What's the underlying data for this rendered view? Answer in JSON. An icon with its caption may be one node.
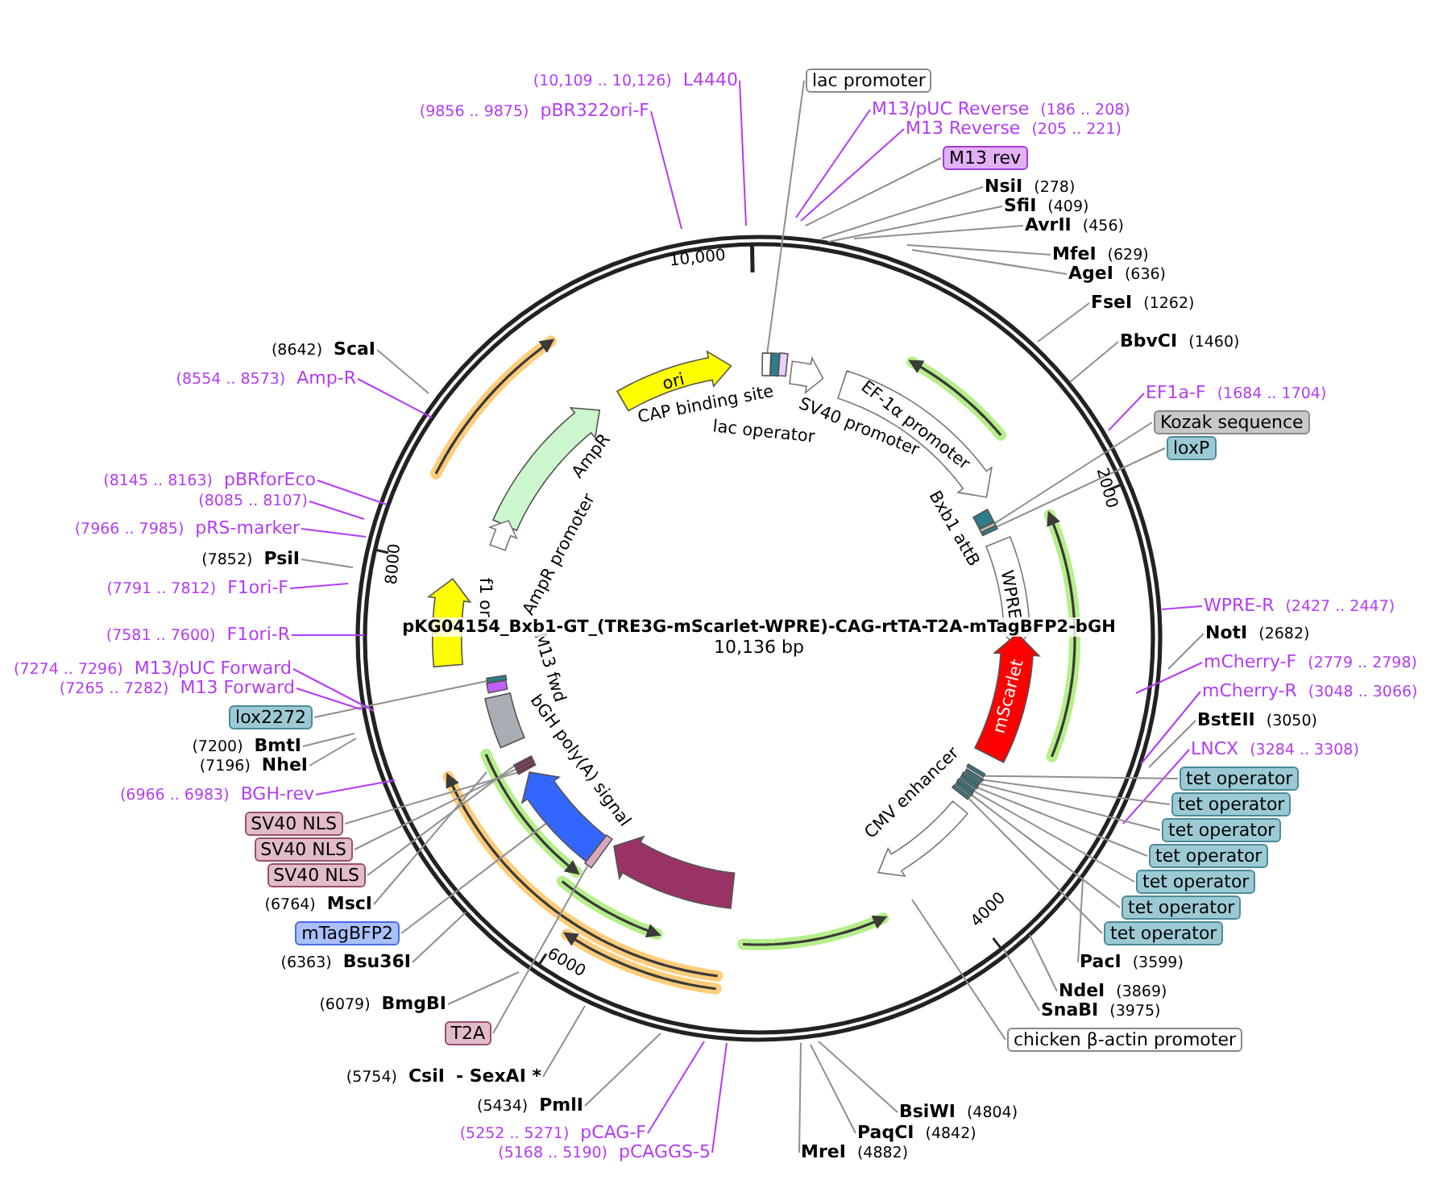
{
  "diagram": {
    "title": "pKG04154_Bxb1-GT_(TRE3G-mScarlet-WPRE)-CAG-rtTA-T2A-mTagBFP2-bGH",
    "nodes": [
      {
        "text": [
          "(10,109 .. 10,126)",
          "L4440"
        ]
      },
      {
        "text": [
          "(9856 .. 9875)",
          "pBR322ori-F"
        ]
      },
      {
        "text": [
          "lac promoter"
        ]
      },
      {
        "text": [
          "M13/pUC Reverse",
          "(186 .. 208)"
        ]
      },
      {
        "text": [
          "M13 Reverse",
          "(205 .. 221)"
        ]
      },
      {
        "text": [
          "M13 rev"
        ]
      },
      {
        "text": [
          "NsiI",
          "(278)"
        ]
      },
      {
        "text": [
          "SfiI",
          "(409)"
        ]
      },
      {
        "text": [
          "AvrII",
          "(456)"
        ]
      },
      {
        "text": [
          "MfeI",
          "(629)"
        ]
      },
      {
        "text": [
          "AgeI",
          "(636)"
        ]
      },
      {
        "text": [
          "FseI",
          "(1262)"
        ]
      },
      {
        "text": [
          "BbvCI",
          "(1460)"
        ]
      },
      {
        "text": [
          "EF1a-F",
          "(1684 .. 1704)"
        ]
      },
      {
        "text": [
          "Kozak sequence"
        ]
      },
      {
        "text": [
          "loxP"
        ]
      },
      {
        "text": [
          "WPRE-R",
          "(2427 .. 2447)"
        ]
      },
      {
        "text": [
          "NotI",
          "(2682)"
        ]
      },
      {
        "text": [
          "mCherry-F",
          "(2779 .. 2798)"
        ]
      },
      {
        "text": [
          "mCherry-R",
          "(3048 .. 3066)"
        ]
      },
      {
        "text": [
          "BstEII",
          "(3050)"
        ]
      },
      {
        "text": [
          "LNCX",
          "(3284 .. 3308)"
        ]
      },
      {
        "text": [
          "tet operator"
        ]
      },
      {
        "text": [
          "tet operator"
        ]
      },
      {
        "text": [
          "tet operator"
        ]
      },
      {
        "text": [
          "tet operator"
        ]
      },
      {
        "text": [
          "tet operator"
        ]
      },
      {
        "text": [
          "tet operator"
        ]
      },
      {
        "text": [
          "tet operator"
        ]
      },
      {
        "text": [
          "PacI",
          "(3599)"
        ]
      },
      {
        "text": [
          "NdeI",
          "(3869)"
        ]
      },
      {
        "text": [
          "SnaBI",
          "(3975)"
        ]
      },
      {
        "text": [
          "chicken β-actin promoter"
        ]
      },
      {
        "text": [
          "BsiWI",
          "(4804)"
        ]
      },
      {
        "text": [
          "PaqCI",
          "(4842)"
        ]
      },
      {
        "text": [
          "MreI",
          "(4882)"
        ]
      },
      {
        "text": [
          "(5168 .. 5190)",
          "pCAGGS-5"
        ]
      },
      {
        "text": [
          "(5252 .. 5271)",
          "pCAG-F"
        ]
      },
      {
        "text": [
          "(5434)",
          "PmlI"
        ]
      },
      {
        "text": [
          "(5754)",
          "CsiI",
          "- SexAI *"
        ]
      },
      {
        "text": [
          "T2A"
        ]
      },
      {
        "text": [
          "(6079)",
          "BmgBI"
        ]
      },
      {
        "text": [
          "(6363)",
          "Bsu36I"
        ]
      },
      {
        "text": [
          "mTagBFP2"
        ]
      },
      {
        "text": [
          "(6764)",
          "MscI"
        ]
      },
      {
        "text": [
          "SV40 NLS"
        ]
      },
      {
        "text": [
          "SV40 NLS"
        ]
      },
      {
        "text": [
          "SV40 NLS"
        ]
      },
      {
        "text": [
          "(6966 .. 6983)",
          "BGH-rev"
        ]
      },
      {
        "text": [
          "(7196)",
          "NheI"
        ]
      },
      {
        "text": [
          "(7200)",
          "BmtI"
        ]
      },
      {
        "text": [
          "lox2272"
        ]
      },
      {
        "text": [
          "(7265 .. 7282)",
          "M13 Forward"
        ]
      },
      {
        "text": [
          "(7274 .. 7296)",
          "M13/pUC Forward"
        ]
      },
      {
        "text": [
          "(7581 .. 7600)",
          "F1ori-R"
        ]
      },
      {
        "text": [
          "(7791 .. 7812)",
          "F1ori-F"
        ]
      },
      {
        "text": [
          "(7852)",
          "PsiI"
        ]
      },
      {
        "text": [
          "(7966 .. 7985)",
          "pRS-marker"
        ]
      },
      {
        "text": [
          "(8085 .. 8107)"
        ]
      },
      {
        "text": [
          "(8145 .. 8163)",
          "pBRforEco"
        ]
      },
      {
        "text": [
          "(8554 .. 8573)",
          "Amp-R"
        ]
      },
      {
        "text": [
          "(8642)",
          "ScaI"
        ]
      },
      {
        "text": [
          "ori"
        ]
      },
      {
        "text": [
          "AmpR"
        ]
      },
      {
        "text": [
          "AmpR promoter"
        ]
      },
      {
        "text": [
          "f1 ori"
        ]
      },
      {
        "text": [
          "CAP binding site"
        ]
      },
      {
        "text": [
          "lac operator"
        ]
      },
      {
        "text": [
          "SV40 promoter"
        ]
      },
      {
        "text": [
          "EF-1α promoter"
        ]
      },
      {
        "text": [
          "Bxb1 attB"
        ]
      },
      {
        "text": [
          "WPRE"
        ]
      },
      {
        "text": [
          "mScarlet"
        ]
      },
      {
        "text": [
          "CMV enhancer"
        ]
      },
      {
        "text": [
          "M13 fwd"
        ]
      },
      {
        "text": [
          "bGH poly(A) signal"
        ]
      },
      {
        "text": [],
        "shape": "arrow"
      },
      {
        "text": [],
        "shape": "arrow"
      },
      {
        "text": [],
        "shape": "box"
      },
      {
        "text": [],
        "shape": "box"
      },
      {
        "text": [],
        "shape": "box"
      },
      {
        "text": [],
        "shape": "box"
      },
      {
        "text": [],
        "shape": "box"
      },
      {
        "text": [],
        "shape": "box"
      },
      {
        "text": [],
        "shape": "box"
      },
      {
        "text": [],
        "shape": "box"
      },
      {
        "text": [],
        "shape": "box"
      },
      {
        "text": [],
        "shape": "box"
      },
      {
        "text": [],
        "shape": "box"
      },
      {
        "text": [],
        "shape": "box"
      },
      {
        "text": [],
        "shape": "box"
      },
      {
        "text": [],
        "shape": "box"
      },
      {
        "text": [],
        "shape": "box"
      }
    ],
    "edges": [
      {
        "from": 0,
        "to": null,
        "arrow": "none",
        "color": "#b33cf5"
      },
      {
        "from": 1,
        "to": null,
        "arrow": "none",
        "color": "#b33cf5"
      },
      {
        "from": 2,
        "to": 78,
        "arrow": "none"
      },
      {
        "from": 3,
        "to": null,
        "arrow": "none",
        "color": "#b33cf5"
      },
      {
        "from": 4,
        "to": null,
        "arrow": "none",
        "color": "#b33cf5"
      },
      {
        "from": 5,
        "to": null,
        "arrow": "none"
      },
      {
        "from": 6,
        "to": null,
        "arrow": "none"
      },
      {
        "from": 7,
        "to": null,
        "arrow": "none"
      },
      {
        "from": 8,
        "to": null,
        "arrow": "none"
      },
      {
        "from": 9,
        "to": null,
        "arrow": "none"
      },
      {
        "from": 10,
        "to": null,
        "arrow": "none"
      },
      {
        "from": 11,
        "to": null,
        "arrow": "none"
      },
      {
        "from": 12,
        "to": null,
        "arrow": "none"
      },
      {
        "from": 13,
        "to": null,
        "arrow": "none",
        "color": "#b33cf5"
      },
      {
        "from": 14,
        "to": 79,
        "arrow": "none"
      },
      {
        "from": 15,
        "to": 80,
        "arrow": "none"
      },
      {
        "from": 16,
        "to": null,
        "arrow": "none",
        "color": "#b33cf5"
      },
      {
        "from": 17,
        "to": null,
        "arrow": "none"
      },
      {
        "from": 18,
        "to": null,
        "arrow": "none",
        "color": "#b33cf5"
      },
      {
        "from": 19,
        "to": null,
        "arrow": "none",
        "color": "#b33cf5"
      },
      {
        "from": 20,
        "to": null,
        "arrow": "none"
      },
      {
        "from": 21,
        "to": null,
        "arrow": "none",
        "color": "#b33cf5"
      },
      {
        "from": 22,
        "to": 81,
        "arrow": "none"
      },
      {
        "from": 23,
        "to": 82,
        "arrow": "none"
      },
      {
        "from": 24,
        "to": 83,
        "arrow": "none"
      },
      {
        "from": 25,
        "to": 84,
        "arrow": "none"
      },
      {
        "from": 26,
        "to": 85,
        "arrow": "none"
      },
      {
        "from": 27,
        "to": 86,
        "arrow": "none"
      },
      {
        "from": 28,
        "to": 87,
        "arrow": "none"
      },
      {
        "from": 29,
        "to": null,
        "arrow": "none"
      },
      {
        "from": 30,
        "to": null,
        "arrow": "none"
      },
      {
        "from": 31,
        "to": null,
        "arrow": "none"
      },
      {
        "from": 32,
        "to": null,
        "arrow": "none"
      },
      {
        "from": 33,
        "to": null,
        "arrow": "none"
      },
      {
        "from": 34,
        "to": null,
        "arrow": "none"
      },
      {
        "from": 35,
        "to": null,
        "arrow": "none"
      },
      {
        "from": 36,
        "to": null,
        "arrow": "none",
        "color": "#b33cf5"
      },
      {
        "from": 37,
        "to": null,
        "arrow": "none",
        "color": "#b33cf5"
      },
      {
        "from": 38,
        "to": null,
        "arrow": "none"
      },
      {
        "from": 39,
        "to": null,
        "arrow": "none"
      },
      {
        "from": 40,
        "to": 91,
        "arrow": "none"
      },
      {
        "from": 41,
        "to": null,
        "arrow": "none"
      },
      {
        "from": 42,
        "to": null,
        "arrow": "none"
      },
      {
        "from": 43,
        "to": 76,
        "arrow": "none"
      },
      {
        "from": 44,
        "to": null,
        "arrow": "none"
      },
      {
        "from": 45,
        "to": 88,
        "arrow": "none"
      },
      {
        "from": 46,
        "to": 89,
        "arrow": "none"
      },
      {
        "from": 47,
        "to": 90,
        "arrow": "none"
      },
      {
        "from": 48,
        "to": null,
        "arrow": "none",
        "color": "#b33cf5"
      },
      {
        "from": 49,
        "to": null,
        "arrow": "none"
      },
      {
        "from": 50,
        "to": null,
        "arrow": "none"
      },
      {
        "from": 51,
        "to": 92,
        "arrow": "none"
      },
      {
        "from": 52,
        "to": null,
        "arrow": "none",
        "color": "#b33cf5"
      },
      {
        "from": 53,
        "to": null,
        "arrow": "none",
        "color": "#b33cf5"
      },
      {
        "from": 54,
        "to": null,
        "arrow": "none",
        "color": "#b33cf5"
      },
      {
        "from": 55,
        "to": null,
        "arrow": "none",
        "color": "#b33cf5"
      },
      {
        "from": 56,
        "to": null,
        "arrow": "none"
      },
      {
        "from": 57,
        "to": null,
        "arrow": "none",
        "color": "#b33cf5"
      },
      {
        "from": 58,
        "to": null,
        "arrow": "none",
        "color": "#b33cf5"
      },
      {
        "from": 59,
        "to": null,
        "arrow": "none",
        "color": "#b33cf5"
      },
      {
        "from": 60,
        "to": null,
        "arrow": "none",
        "color": "#b33cf5"
      },
      {
        "from": 61,
        "to": null,
        "arrow": "none"
      }
    ],
    "labels": [
      "10,136 bp",
      "10,000",
      "2000",
      "4000",
      "6000",
      "8000"
    ]
  }
}
